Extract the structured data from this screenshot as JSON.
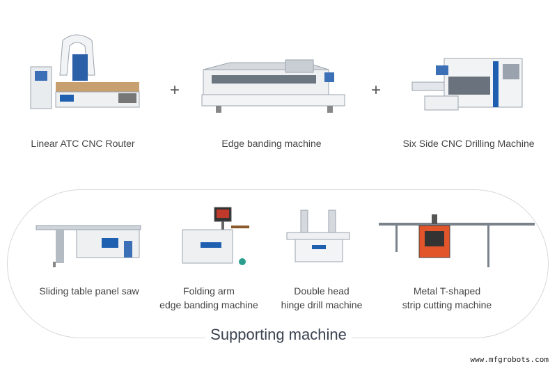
{
  "main_machines": [
    {
      "label": "Linear ATC CNC Router",
      "icon": "cnc-router-icon"
    },
    {
      "label": "Edge banding machine",
      "icon": "edge-bander-icon"
    },
    {
      "label": "Six Side CNC Drilling Machine",
      "icon": "drilling-machine-icon"
    }
  ],
  "plus_sign": "+",
  "supporting": {
    "title": "Supporting machine",
    "items": [
      {
        "line1": "Sliding table panel saw",
        "line2": ""
      },
      {
        "line1": "Folding arm",
        "line2": "edge banding machine"
      },
      {
        "line1": "Double head",
        "line2": "hinge drill machine"
      },
      {
        "line1": "Metal T-shaped",
        "line2": "strip cutting machine"
      }
    ]
  },
  "watermark": "www.mfgrobots.com",
  "colors": {
    "accent_blue": "#1f5fb0",
    "machine_white": "#eef0f2",
    "cutter_orange": "#e2552a"
  }
}
